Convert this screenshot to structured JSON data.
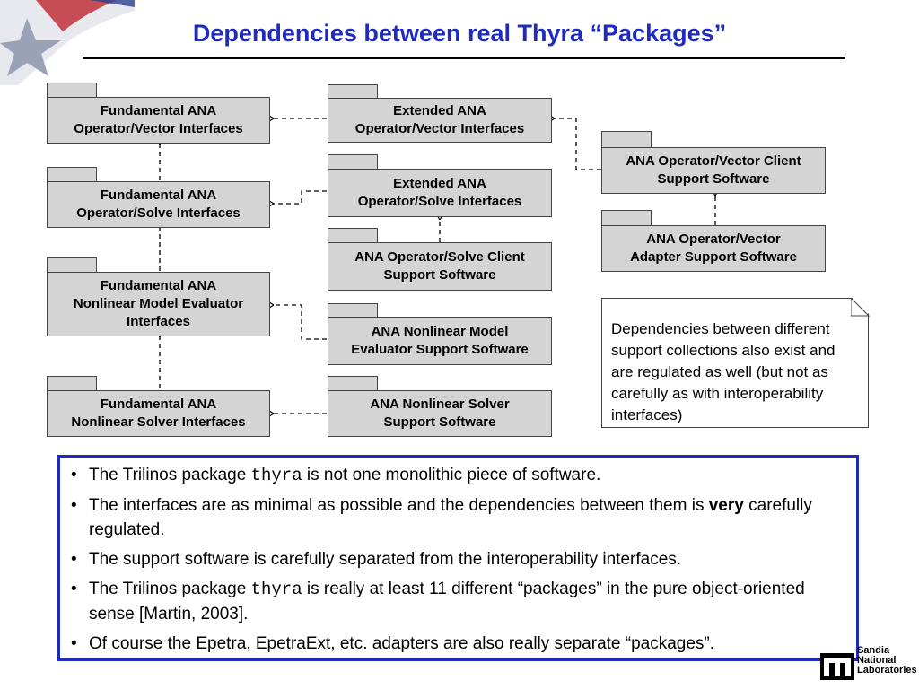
{
  "slide": {
    "title": "Dependencies between real Thyra “Packages”"
  },
  "packages": {
    "fund_vector": "Fundamental ANA\nOperator/Vector Interfaces",
    "fund_solve": "Fundamental ANA\nOperator/Solve Interfaces",
    "fund_nonlin_model": "Fundamental ANA\nNonlinear Model Evaluator\nInterfaces",
    "fund_nonlin_solver": "Fundamental ANA\nNonlinear Solver Interfaces",
    "ext_vector": "Extended ANA\nOperator/Vector Interfaces",
    "ext_solve": "Extended ANA\nOperator/Solve Interfaces",
    "solve_client": "ANA Operator/Solve Client\nSupport Software",
    "nonlin_model_support": "ANA Nonlinear Model\nEvaluator Support Software",
    "nonlin_solver_support": "ANA Nonlinear Solver\nSupport Software",
    "vector_client": "ANA Operator/Vector Client\nSupport Software",
    "vector_adapter": "ANA Operator/Vector\nAdapter Support Software"
  },
  "note": {
    "text": "Dependencies between different support collections also exist and are regulated as well (but not as carefully as with interoperability interfaces)"
  },
  "bullets": [
    {
      "pre": "The Trilinos package ",
      "code": "thyra",
      "post": " is not one monolithic piece of software."
    },
    {
      "pre": "The interfaces are as minimal as possible and the dependencies between them is ",
      "bold": "very",
      "post": " carefully regulated."
    },
    {
      "pre": "The support software is carefully separated from the interoperability interfaces."
    },
    {
      "pre": "The Trilinos package ",
      "code": "thyra",
      "post": " is really at least 11 different “packages” in the pure object-oriented sense [Martin, 2003]."
    },
    {
      "pre": "Of course the Epetra, EpetraExt, etc. adapters are also really separate “packages”."
    }
  ],
  "logo": {
    "text": "Sandia\nNational\nLaboratories"
  }
}
